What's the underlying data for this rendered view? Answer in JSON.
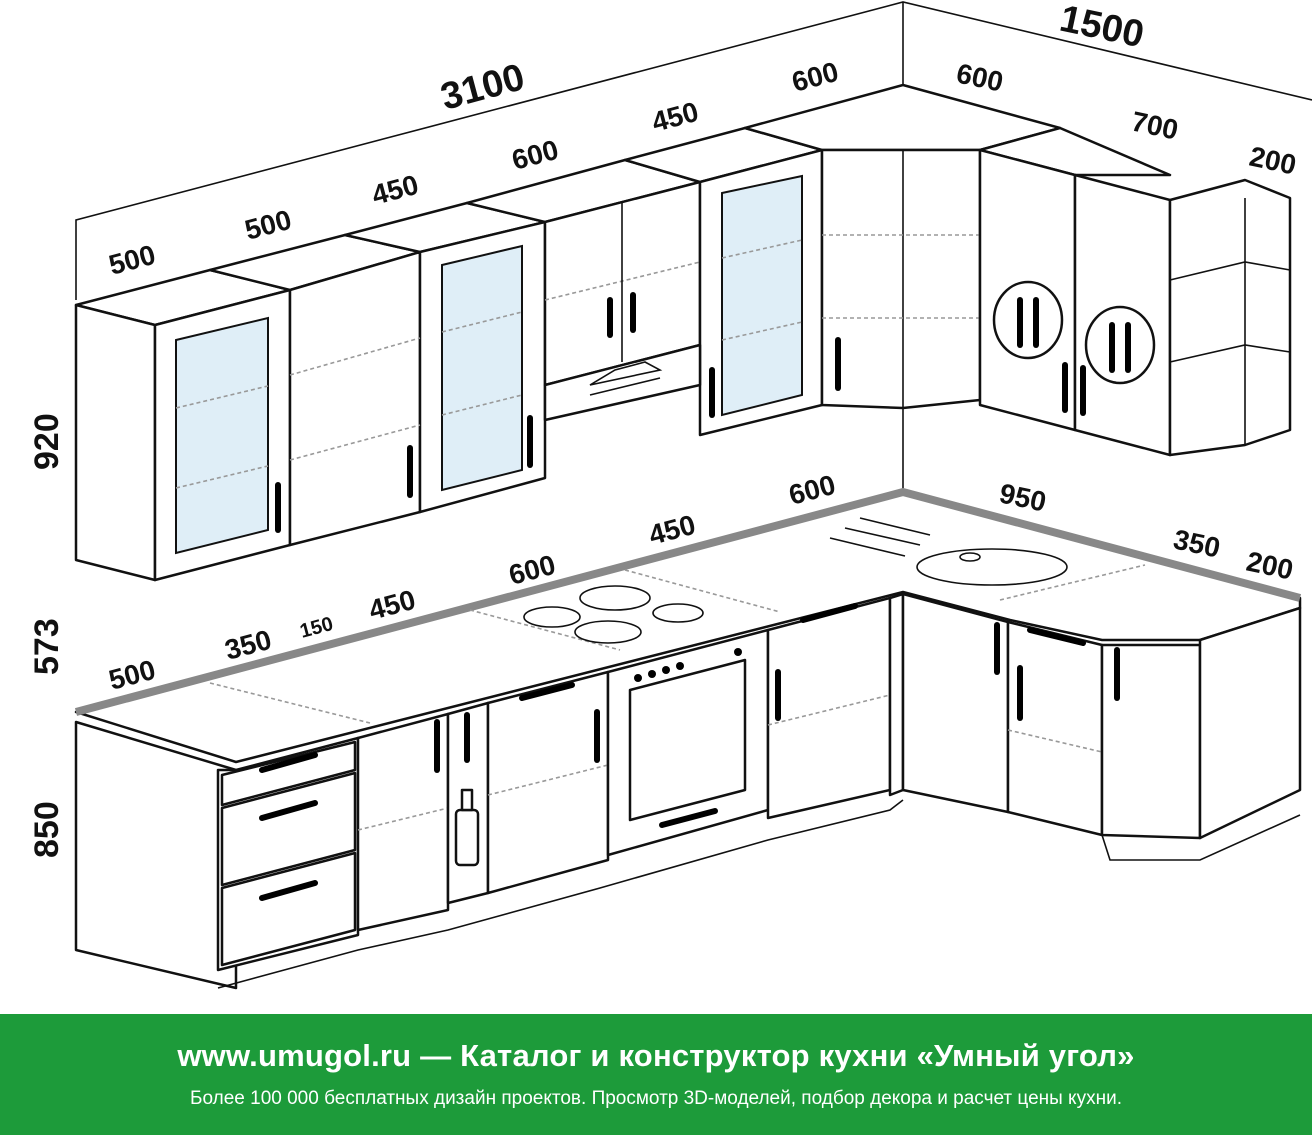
{
  "dimensions": {
    "total_top_left": "3100",
    "total_top_right": "1500",
    "upper": [
      "500",
      "500",
      "450",
      "600",
      "450",
      "600",
      "600",
      "700",
      "200"
    ],
    "counter_left": [
      "500",
      "350",
      "150",
      "450",
      "600",
      "450",
      "600"
    ],
    "counter_right": [
      "950",
      "350",
      "200"
    ],
    "height_upper": "920",
    "height_gap": "573",
    "height_base": "850"
  },
  "banner": {
    "title": "www.umugol.ru — Каталог и конструктор кухни «Умный угол»",
    "subtitle": "Более 100 000 бесплатных дизайн проектов. Просмотр 3D-моделей, подбор декора и расчет цены кухни."
  },
  "colors": {
    "banner": "#1d9b3a",
    "glass": "#dfeef7",
    "line": "#111111"
  },
  "icons": [
    "cutlery-icon",
    "bottle-icon",
    "cooktop-icon",
    "oven-icon",
    "sink-icon",
    "range-hood-icon"
  ]
}
